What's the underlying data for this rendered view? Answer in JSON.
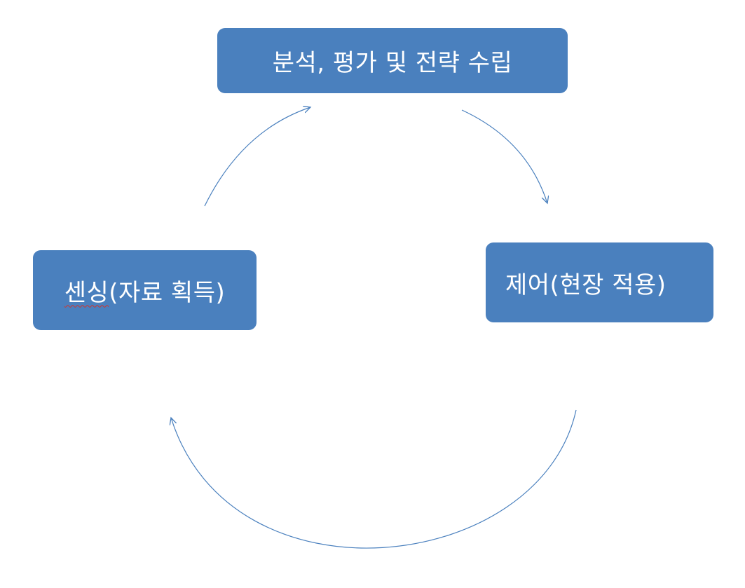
{
  "diagram": {
    "nodes": {
      "top": {
        "label": "분석, 평가 및 전략 수립"
      },
      "right": {
        "label": "제어(현장 적용)"
      },
      "left": {
        "label_part1": "센싱",
        "label_part2": "(자료 획득)"
      }
    },
    "edges": [
      {
        "from": "left",
        "to": "top"
      },
      {
        "from": "top",
        "to": "right"
      },
      {
        "from": "right",
        "to": "left"
      }
    ],
    "colors": {
      "node_fill": "#4a80be",
      "node_text": "#ffffff",
      "arrow": "#4a80be",
      "spellcheck_underline": "#d0342c"
    }
  }
}
